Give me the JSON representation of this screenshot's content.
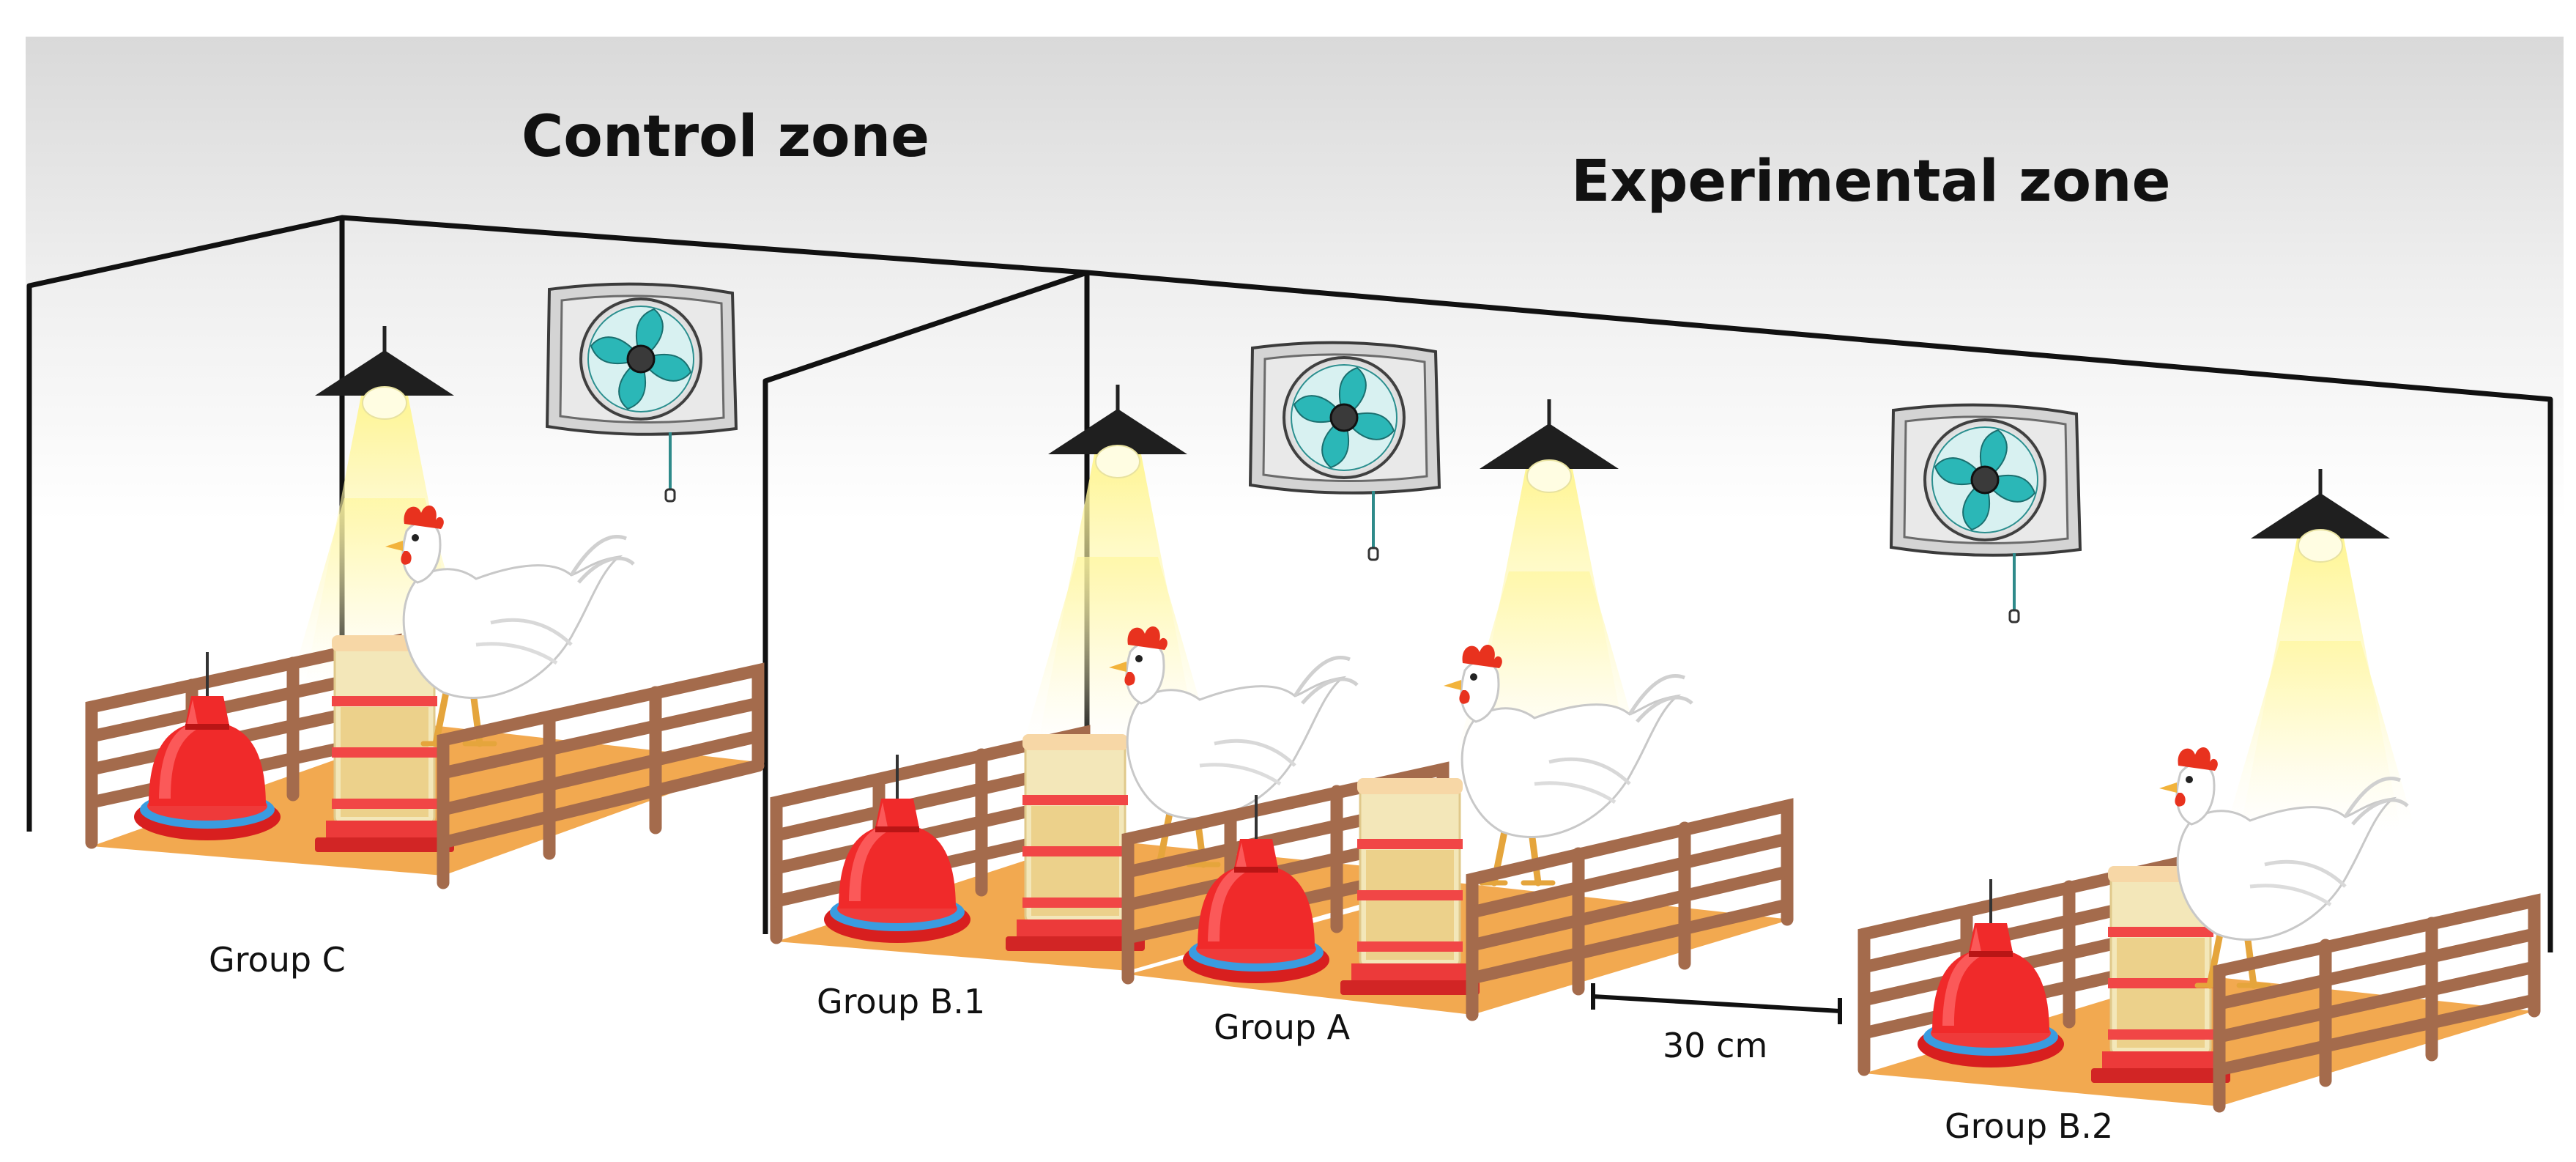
{
  "zones": {
    "control": "Control zone",
    "experimental": "Experimental zone"
  },
  "groups": {
    "c": "Group C",
    "b1": "Group B.1",
    "a": "Group A",
    "b2": "Group B.2"
  },
  "measurement": {
    "distance": "30 cm"
  },
  "colors": {
    "floor": "#f2a950",
    "fence": "#a46b4c",
    "feeder_red": "#f02a2a",
    "fan_blade": "#2bb7b7",
    "lamp_light": "#fff48a",
    "hen_body": "#ffffff",
    "hen_comb": "#e8321e"
  }
}
